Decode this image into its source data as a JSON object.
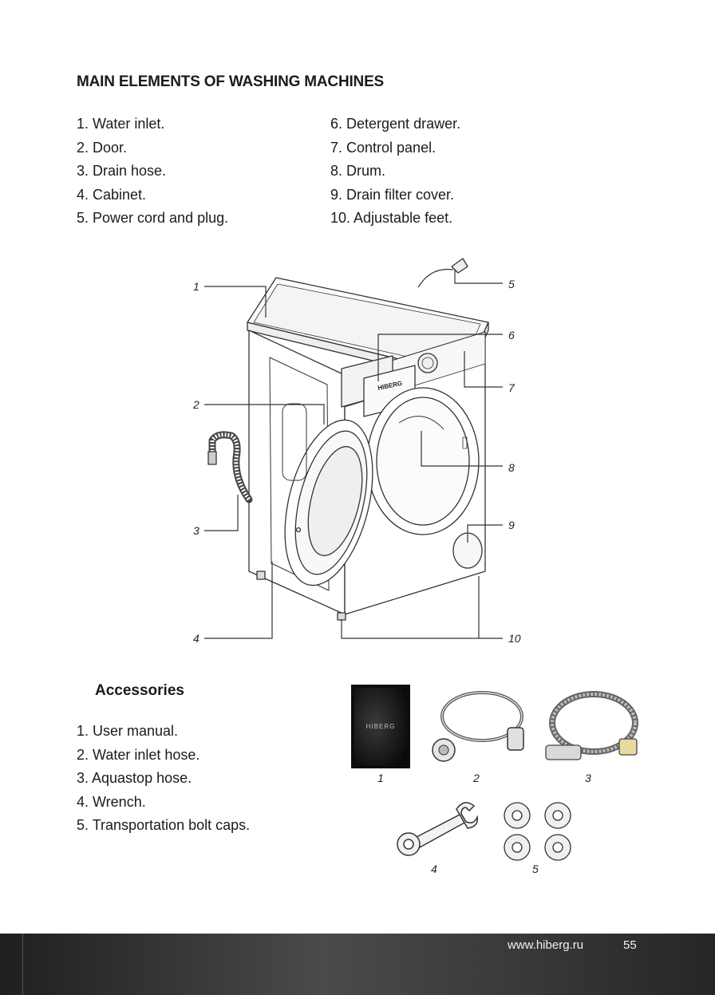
{
  "heading": "MAIN ELEMENTS OF WASHING MACHINES",
  "main_elements": {
    "left": [
      "1. Water inlet.",
      "2. Door.",
      "3. Drain hose.",
      "4. Cabinet.",
      "5. Power cord and plug."
    ],
    "right": [
      "6. Detergent drawer.",
      "7. Control panel.",
      "8. Drum.",
      "9. Drain filter cover.",
      "10. Adjustable feet."
    ]
  },
  "diagram": {
    "callouts": [
      "1",
      "2",
      "3",
      "4",
      "5",
      "6",
      "7",
      "8",
      "9",
      "10"
    ],
    "brand": "HIBERG"
  },
  "accessories": {
    "heading": "Accessories",
    "items": [
      "1. User manual.",
      "2. Water inlet hose.",
      "3. Aquastop hose.",
      "4. Wrench.",
      "5. Transportation bolt caps."
    ],
    "labels": [
      "1",
      "2",
      "3",
      "4",
      "5"
    ],
    "manual_brand": "HIBERG"
  },
  "footer": {
    "url": "www.hiberg.ru",
    "page": "55"
  }
}
